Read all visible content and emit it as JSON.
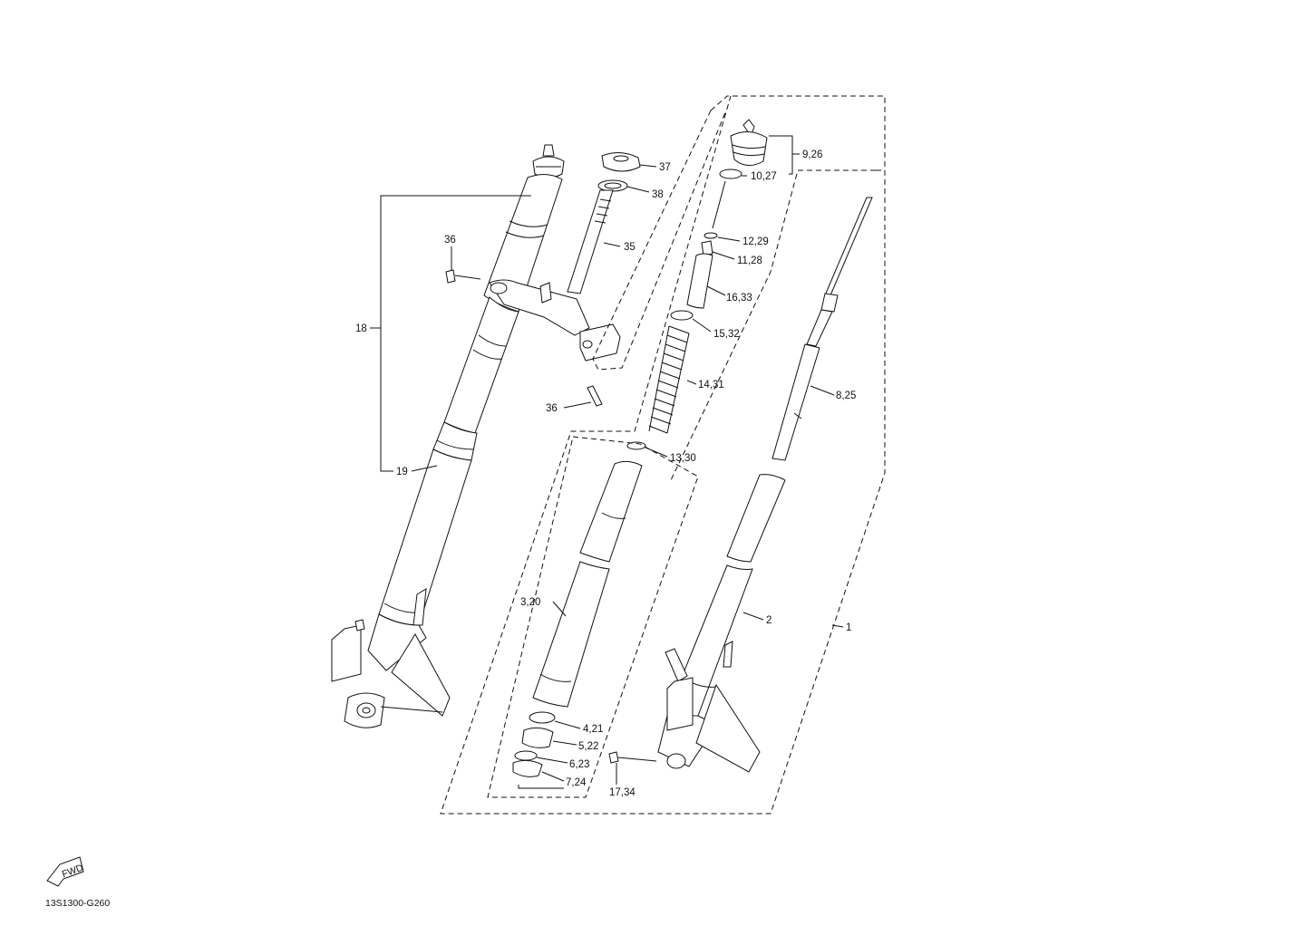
{
  "diagram": {
    "drawing_code": "13S1300-G260",
    "fwd_label": "FWD",
    "callouts": {
      "c37": "37",
      "c38": "38",
      "c35": "35",
      "c36a": "36",
      "c36b": "36",
      "c18": "18",
      "c19": "19",
      "c926": "9,26",
      "c1027": "10,27",
      "c1229": "12,29",
      "c1128": "11,28",
      "c1633": "16,33",
      "c1532": "15,32",
      "c1431": "14,31",
      "c825": "8,25",
      "c1330": "13,30",
      "c320": "3,20",
      "c2": "2",
      "c1": "1",
      "c421": "4,21",
      "c522": "5,22",
      "c623": "6,23",
      "c724": "7,24",
      "c1734": "17,34"
    }
  }
}
